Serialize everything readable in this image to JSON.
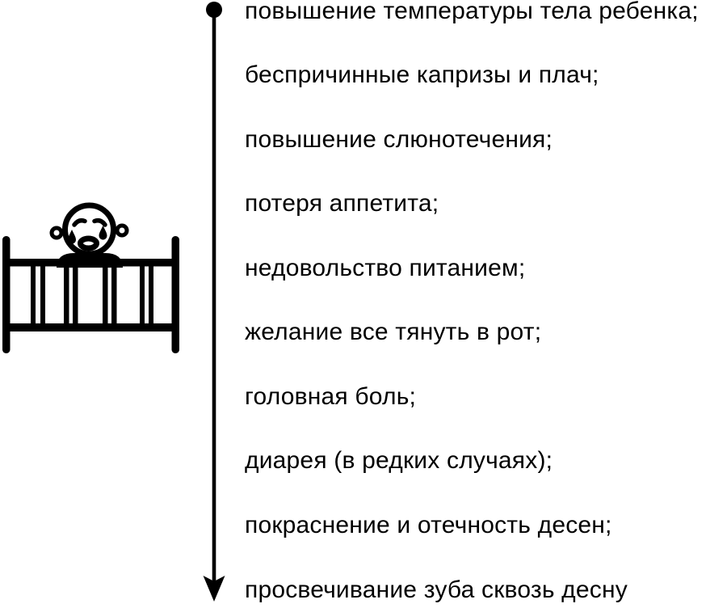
{
  "colors": {
    "ink": "#000000",
    "background": "#ffffff"
  },
  "icons": {
    "illustration": "crying-baby-in-crib",
    "timeline_start": "dot-marker",
    "timeline_end": "arrow-down"
  },
  "symptoms": [
    "повышение температуры тела ребенка;",
    "беспричинные капризы и плач;",
    "повышение слюнотечения;",
    "потеря аппетита;",
    "недовольство питанием;",
    "желание все тянуть в рот;",
    "головная боль;",
    "диарея (в редких случаях);",
    "покраснение и отечность десен;",
    "просвечивание зуба сквозь десну"
  ]
}
